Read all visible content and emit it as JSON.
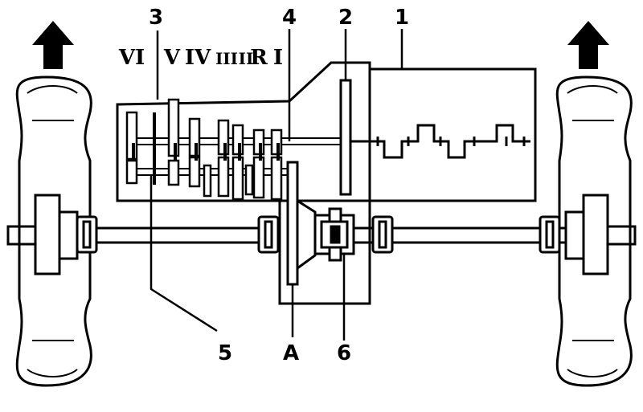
{
  "callouts": {
    "c1": "1",
    "c2": "2",
    "c3": "3",
    "c4": "4",
    "c5": "5",
    "c6": "6",
    "cA": "A"
  },
  "gear_labels": {
    "g6": "VI",
    "g5": "V",
    "g4": "IV",
    "g3": "III",
    "g2": "II",
    "gR": "R",
    "g1": "I"
  },
  "icons": {
    "arrows": "up-arrow-icon",
    "wheels": "wheel-icon"
  },
  "colors": {
    "ink": "#000000",
    "paper": "#ffffff"
  }
}
